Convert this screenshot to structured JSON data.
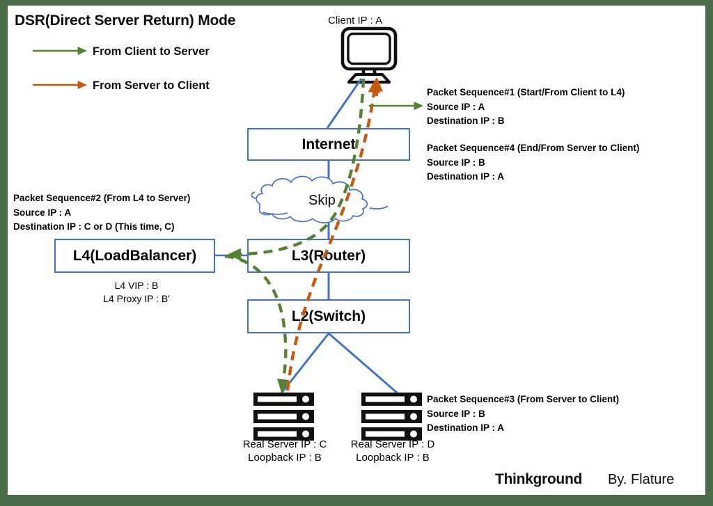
{
  "page": {
    "title": "DSR(Direct Server Return) Mode",
    "frame_color": "#4a6b47",
    "canvas_color": "#ffffff"
  },
  "legend": {
    "items": [
      {
        "label": "From Client to Server",
        "color": "#548235",
        "icon": "arrow-right-icon"
      },
      {
        "label": "From Server to Client",
        "color": "#C55A11",
        "icon": "arrow-right-icon"
      }
    ]
  },
  "client": {
    "icon": "monitor-icon",
    "label": "Client IP : A"
  },
  "nodes": {
    "internet": {
      "label": "Internet"
    },
    "cloud": {
      "label": "Skip",
      "icon": "cloud-icon"
    },
    "l4": {
      "label": "L4(LoadBalancer)"
    },
    "l3": {
      "label": "L3(Router)"
    },
    "l2": {
      "label": "L2(Switch)"
    }
  },
  "l4_details": {
    "vip": "L4 VIP : B",
    "proxy": "L4 Proxy IP : B'"
  },
  "servers": [
    {
      "icon": "server-rack-icon",
      "real_ip": "Real Server IP : C",
      "loopback": "Loopback IP : B"
    },
    {
      "icon": "server-rack-icon",
      "real_ip": "Real Server IP : D",
      "loopback": "Loopback IP : B"
    }
  ],
  "annotations": {
    "seq1": {
      "heading": "Packet Sequence#1 (Start/From Client to L4)",
      "source": "Source IP : A",
      "destination": "Destination IP : B"
    },
    "seq4": {
      "heading": "Packet Sequence#4 (End/From Server to Client)",
      "source": "Source IP : B",
      "destination": "Destination IP : A"
    },
    "seq2": {
      "heading": "Packet Sequence#2 (From L4 to Server)",
      "source": "Source IP : A",
      "destination": "Destination IP : C or D (This time, C)"
    },
    "seq3": {
      "heading": "Packet Sequence#3 (From Server to Client)",
      "source": "Source IP : B",
      "destination": "Destination IP : A"
    }
  },
  "footer": {
    "brand": "Thinkground",
    "author": "By. Flature"
  },
  "colors": {
    "green": "#548235",
    "orange": "#C55A11",
    "blue": "#4472C4",
    "cloud_stroke": "#4472C4",
    "text": "#0d0d0d"
  }
}
